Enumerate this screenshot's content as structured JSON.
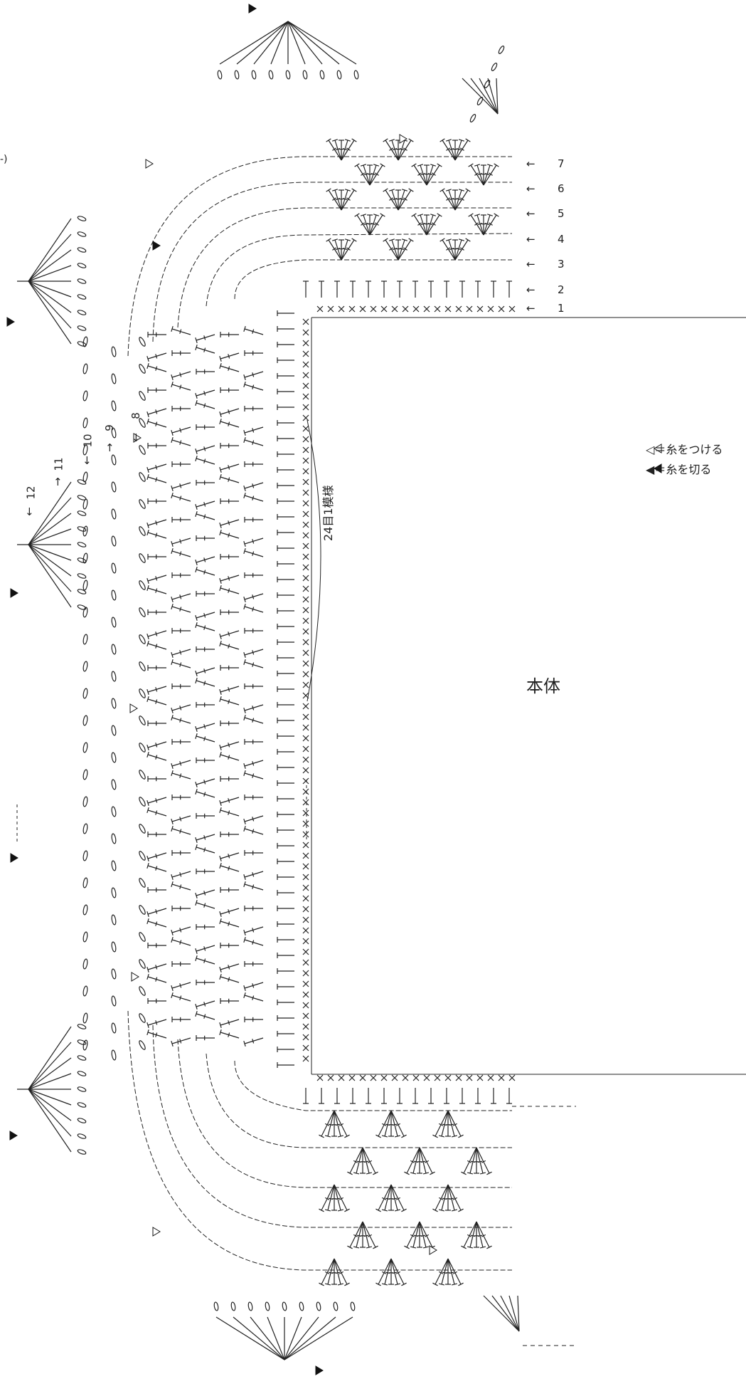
{
  "diagram": {
    "body_label": "本体",
    "repeat_label": "24目1模様",
    "edge_mark": "-)",
    "legend": [
      {
        "symbol": "◁",
        "text": "＝糸をつける"
      },
      {
        "symbol": "◀",
        "text": "＝糸を切る"
      }
    ],
    "row_labels_right": [
      "1",
      "2",
      "3",
      "4",
      "5",
      "6",
      "7"
    ],
    "row_labels_side": [
      "8",
      "9",
      "10",
      "11",
      "12"
    ],
    "arrow_left": "←",
    "arrow_right": "→",
    "arrow_down": "↓",
    "arrow_up": "↑"
  }
}
